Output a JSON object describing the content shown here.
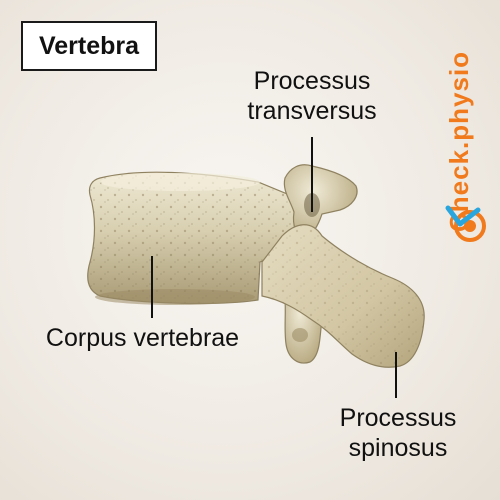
{
  "title": "Vertebra",
  "labels": {
    "processus_transversus": [
      "Processus",
      "transversus"
    ],
    "corpus_vertebrae": "Corpus vertebrae",
    "processus_spinosus": [
      "Processus",
      "spinosus"
    ]
  },
  "brand": {
    "text": "Check.physio",
    "color": "#f07a1c",
    "accent_color": "#2aa6de"
  },
  "colors": {
    "bone_light": "#e7e0c8",
    "bone_mid": "#cfc4a2",
    "bone_dark": "#8a7b57",
    "background": "#f1ece5"
  }
}
